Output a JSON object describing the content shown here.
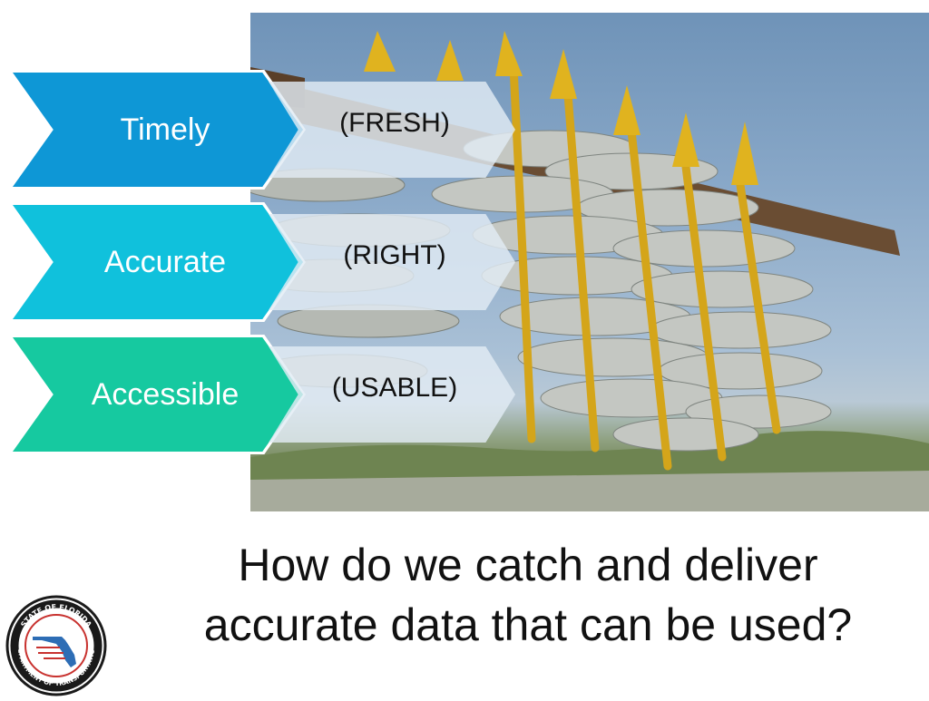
{
  "slide": {
    "chevrons": [
      {
        "label": "Timely",
        "sub": "(FRESH)",
        "color": "#0e97d6"
      },
      {
        "label": "Accurate",
        "sub": "(RIGHT)",
        "color": "#10c1dc"
      },
      {
        "label": "Accessible",
        "sub": "(USABLE)",
        "color": "#16c9a0"
      }
    ],
    "question": {
      "line1": "How do we catch and deliver",
      "line2": "accurate data that can be used?"
    },
    "logo": {
      "top_text": "STATE OF FLORIDA",
      "bottom_text": "DEPARTMENT OF TRANSPORTATION",
      "icon": "florida-dot-seal-icon"
    },
    "photo": {
      "icon": "dried-fish-photo"
    }
  }
}
